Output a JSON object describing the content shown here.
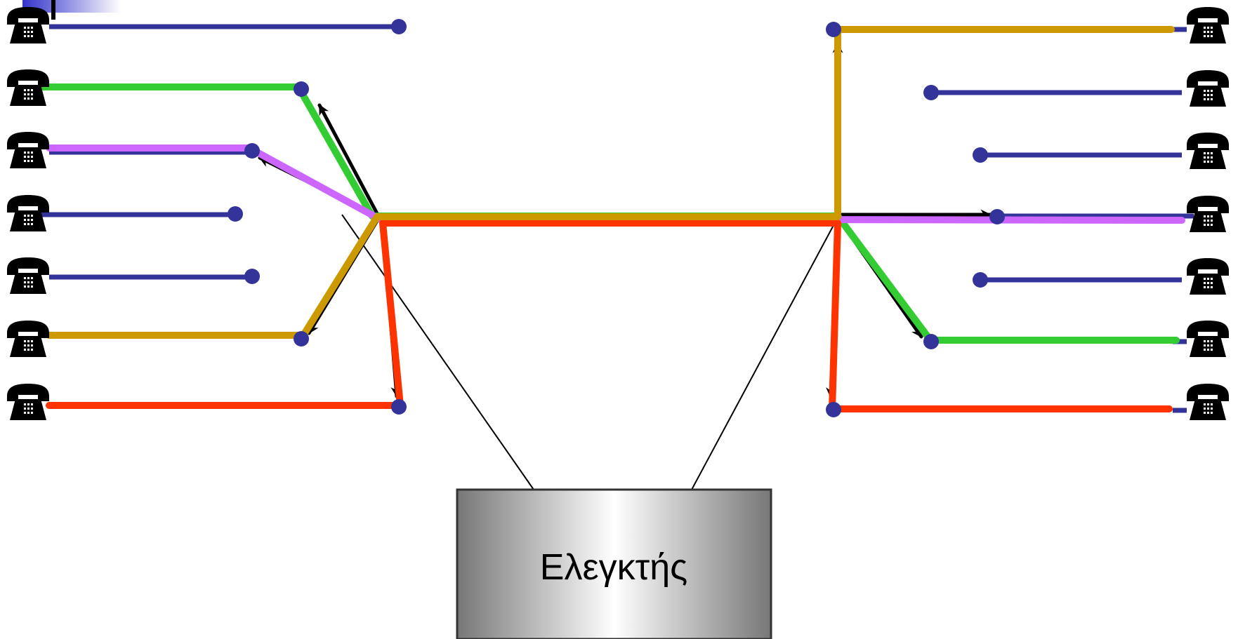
{
  "diagram": {
    "controller": {
      "label": "Ελεγκτής"
    },
    "colors": {
      "idle_line": "#333399",
      "endpoint": "#333399",
      "green": "#33cc33",
      "violet": "#cc66ff",
      "gold": "#cc9900",
      "red": "#ff3300",
      "control_line": "#000000",
      "arrow": "#000000",
      "controller_edge": "#777777",
      "controller_center": "#ffffff",
      "corner_accent": "#3333cc"
    },
    "left_phones": [
      {
        "icon": "telephone-icon",
        "line": "idle"
      },
      {
        "icon": "telephone-icon",
        "line": "green"
      },
      {
        "icon": "telephone-icon",
        "line": "violet"
      },
      {
        "icon": "telephone-icon",
        "line": "idle"
      },
      {
        "icon": "telephone-icon",
        "line": "idle"
      },
      {
        "icon": "telephone-icon",
        "line": "gold"
      },
      {
        "icon": "telephone-icon",
        "line": "red"
      }
    ],
    "right_phones": [
      {
        "icon": "telephone-icon",
        "line": "gold"
      },
      {
        "icon": "telephone-icon",
        "line": "idle"
      },
      {
        "icon": "telephone-icon",
        "line": "idle"
      },
      {
        "icon": "telephone-icon",
        "line": "violet"
      },
      {
        "icon": "telephone-icon",
        "line": "idle"
      },
      {
        "icon": "telephone-icon",
        "line": "green"
      },
      {
        "icon": "telephone-icon",
        "line": "red"
      }
    ]
  }
}
